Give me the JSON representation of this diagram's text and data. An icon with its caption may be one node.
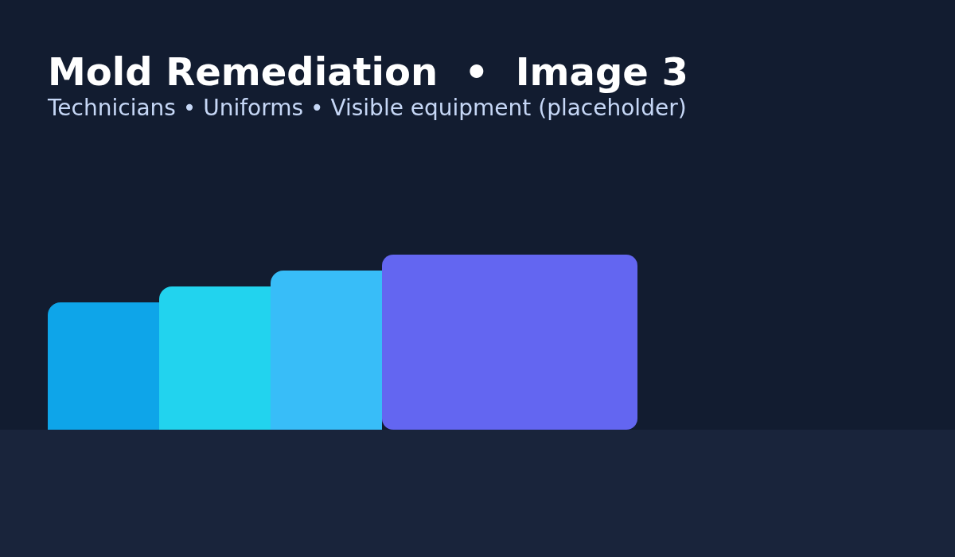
{
  "diagram": {
    "title": "Mold Remediation  •  Image 3",
    "labels": [
      "Technicians • Uniforms • Visible equipment (placeholder)"
    ],
    "nodes": [
      {
        "text": [],
        "shape": "box"
      },
      {
        "text": [],
        "shape": "box"
      },
      {
        "text": [],
        "shape": "box"
      },
      {
        "text": [],
        "shape": "box"
      },
      {
        "text": [],
        "shape": "band"
      }
    ]
  }
}
